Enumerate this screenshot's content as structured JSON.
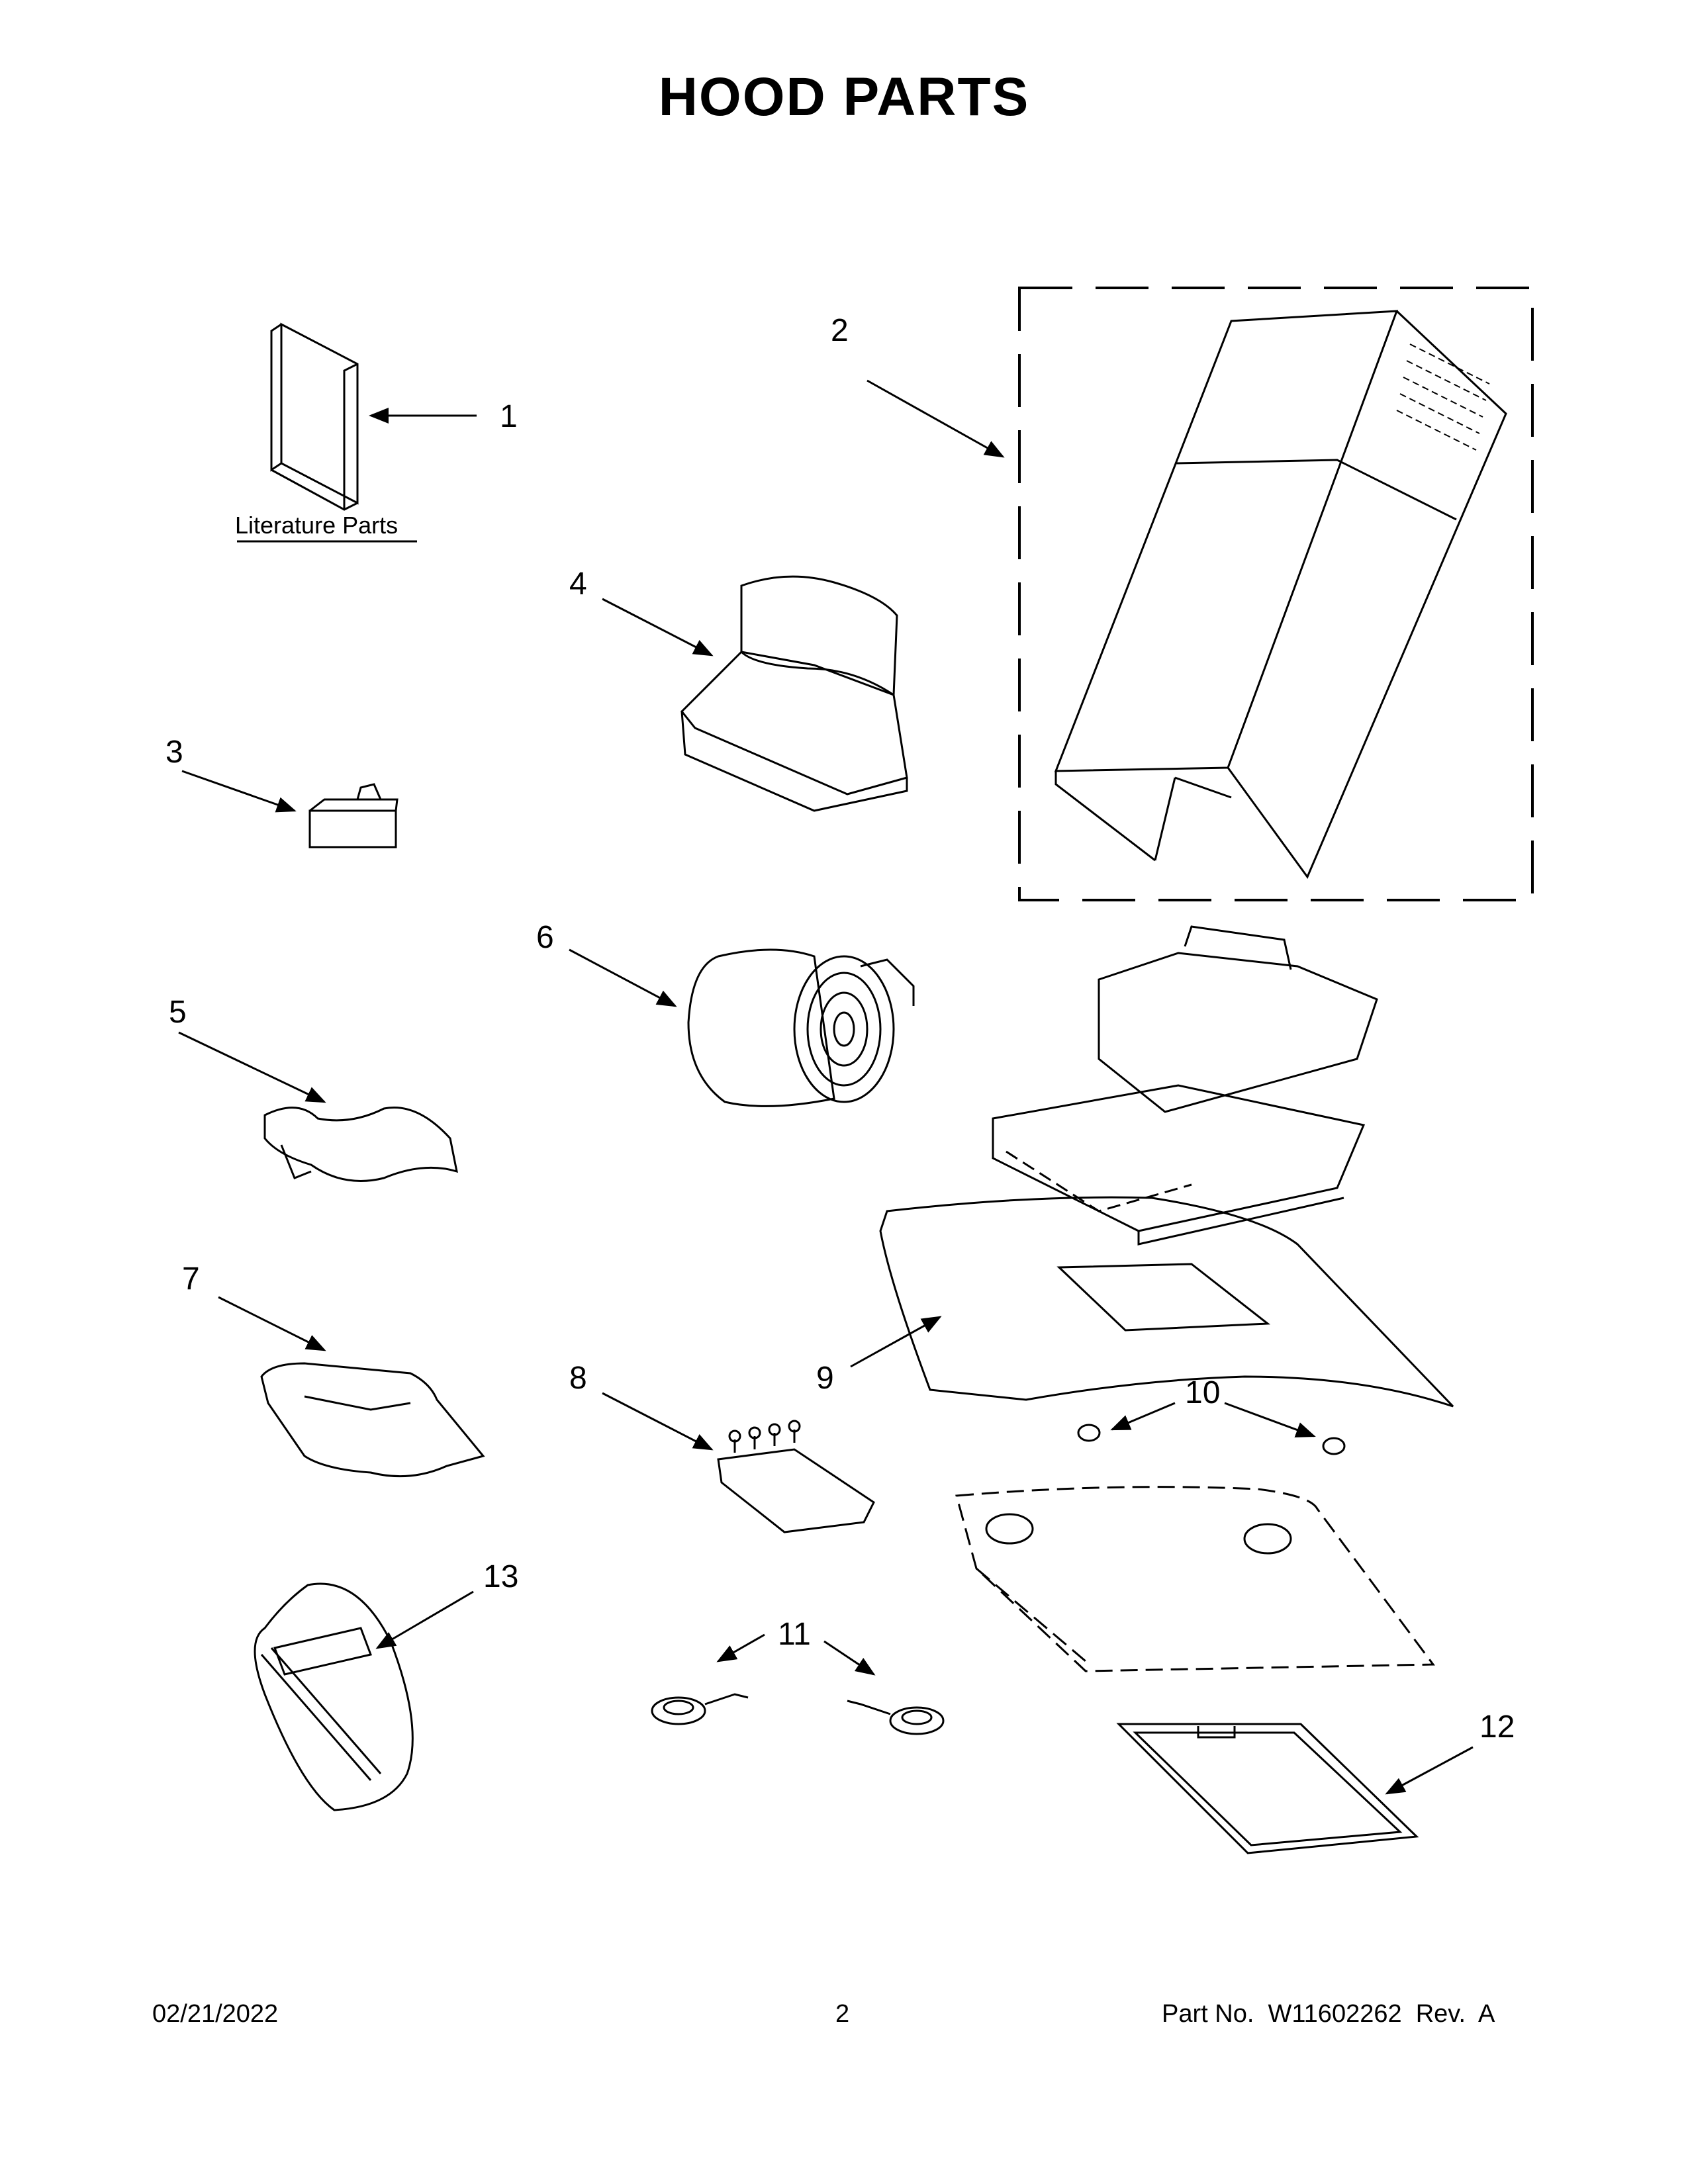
{
  "page": {
    "title": "HOOD PARTS",
    "literature_label": "Literature Parts"
  },
  "callouts": {
    "c1": "1",
    "c2": "2",
    "c3": "3",
    "c4": "4",
    "c5": "5",
    "c6": "6",
    "c7": "7",
    "c8": "8",
    "c9": "9",
    "c10": "10",
    "c11": "11",
    "c12": "12",
    "c13": "13"
  },
  "footer": {
    "date": "02/21/2022",
    "page_number": "2",
    "part_number": "Part No.  W11602262  Rev.  A"
  }
}
